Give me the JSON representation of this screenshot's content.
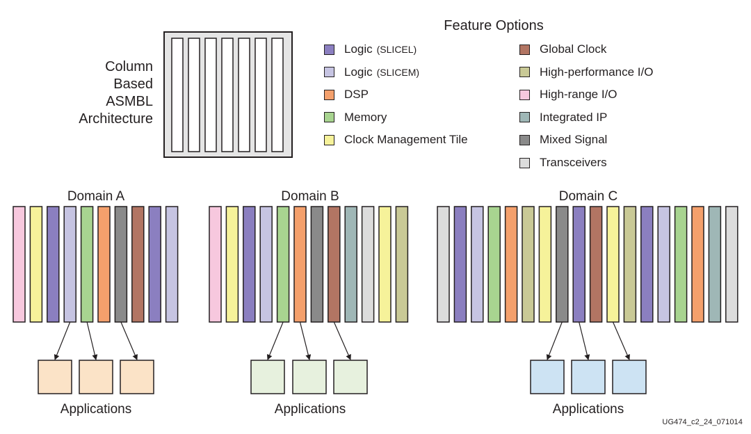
{
  "architecture": {
    "label_lines": [
      "Column",
      "Based",
      "ASMBL",
      "Architecture"
    ],
    "column_count": 7
  },
  "legend": {
    "title": "Feature Options",
    "items": [
      {
        "key": "slicel",
        "label": "Logic",
        "sub": "(SLICEL)",
        "color": "#8b7fc0"
      },
      {
        "key": "slicem",
        "label": "Logic",
        "sub": "(SLICEM)",
        "color": "#c6c4e2"
      },
      {
        "key": "dsp",
        "label": "DSP",
        "sub": "",
        "color": "#f4a06c"
      },
      {
        "key": "memory",
        "label": "Memory",
        "sub": "",
        "color": "#a8d490"
      },
      {
        "key": "cmt",
        "label": "Clock Management Tile",
        "sub": "",
        "color": "#f6f29a"
      },
      {
        "key": "gclk",
        "label": "Global Clock",
        "sub": "",
        "color": "#b27563"
      },
      {
        "key": "hpio",
        "label": "High-performance I/O",
        "sub": "",
        "color": "#c9c996"
      },
      {
        "key": "hrio",
        "label": "High-range I/O",
        "sub": "",
        "color": "#f7c8de"
      },
      {
        "key": "ip",
        "label": "Integrated IP",
        "sub": "",
        "color": "#9fb7b6"
      },
      {
        "key": "mixed",
        "label": "Mixed Signal",
        "sub": "",
        "color": "#8a8a8a"
      },
      {
        "key": "xcvr",
        "label": "Transceivers",
        "sub": "",
        "color": "#dcdcdc"
      }
    ]
  },
  "domains": [
    {
      "title": "Domain A",
      "columns": [
        "hrio",
        "cmt",
        "slicel",
        "slicem",
        "memory",
        "dsp",
        "mixed",
        "gclk",
        "slicel",
        "slicem"
      ],
      "sources": [
        3,
        4,
        6
      ],
      "app_color": "#fbe3c7",
      "apps_label": "Applications"
    },
    {
      "title": "Domain B",
      "columns": [
        "hrio",
        "cmt",
        "slicel",
        "slicem",
        "memory",
        "dsp",
        "mixed",
        "gclk",
        "ip",
        "xcvr",
        "cmt",
        "hpio"
      ],
      "sources": [
        4,
        5,
        7
      ],
      "app_color": "#e7f1de",
      "apps_label": "Applications"
    },
    {
      "title": "Domain C",
      "columns": [
        "xcvr",
        "slicel",
        "slicem",
        "memory",
        "dsp",
        "hpio",
        "cmt",
        "mixed",
        "slicel",
        "gclk",
        "cmt",
        "hpio",
        "slicel",
        "slicem",
        "memory",
        "dsp",
        "ip",
        "xcvr"
      ],
      "sources": [
        7,
        8,
        10
      ],
      "app_color": "#cde3f3",
      "apps_label": "Applications"
    }
  ],
  "footnote": "UG474_c2_24_071014"
}
